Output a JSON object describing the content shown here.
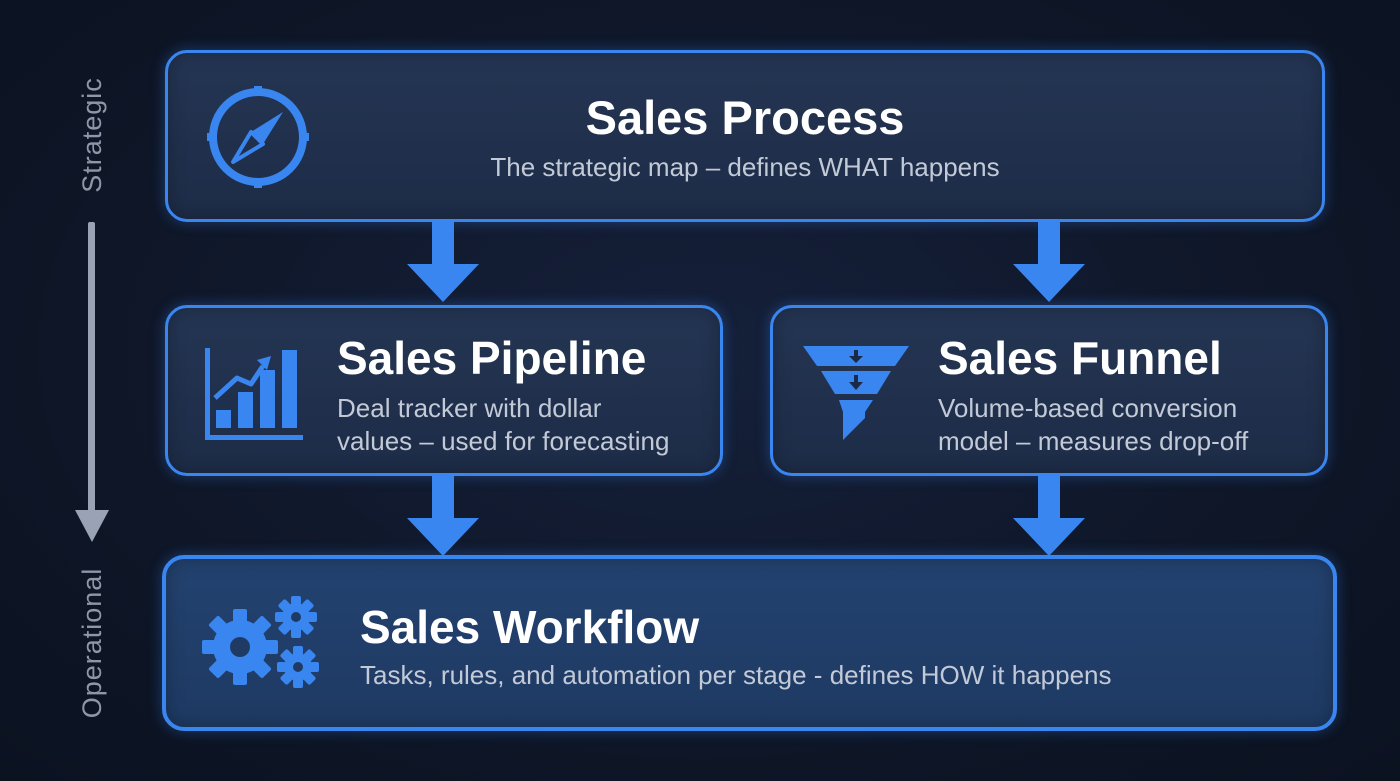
{
  "axis": {
    "top_label": "Strategic",
    "bottom_label": "Operational"
  },
  "nodes": {
    "process": {
      "title": "Sales Process",
      "description": "The strategic map – defines WHAT happens",
      "icon": "compass-icon"
    },
    "pipeline": {
      "title": "Sales Pipeline",
      "description_lines": [
        "Deal tracker with dollar",
        "values – used for forecasting"
      ],
      "icon": "bar-chart-growth-icon"
    },
    "funnel": {
      "title": "Sales Funnel",
      "description_lines": [
        "Volume-based conversion",
        "model – measures drop-off"
      ],
      "icon": "funnel-icon"
    },
    "workflow": {
      "title": "Sales Workflow",
      "description": "Tasks, rules, and automation per stage - defines HOW it happens",
      "icon": "gears-icon"
    }
  },
  "edges": [
    {
      "from": "process",
      "to": "pipeline"
    },
    {
      "from": "process",
      "to": "funnel"
    },
    {
      "from": "pipeline",
      "to": "workflow"
    },
    {
      "from": "funnel",
      "to": "workflow"
    }
  ],
  "colors": {
    "accent": "#3a86f0",
    "background": "#0f1729",
    "box_fill": "#1f2d48",
    "workflow_fill": "#1f3b64",
    "axis": "#9aa3b5"
  }
}
